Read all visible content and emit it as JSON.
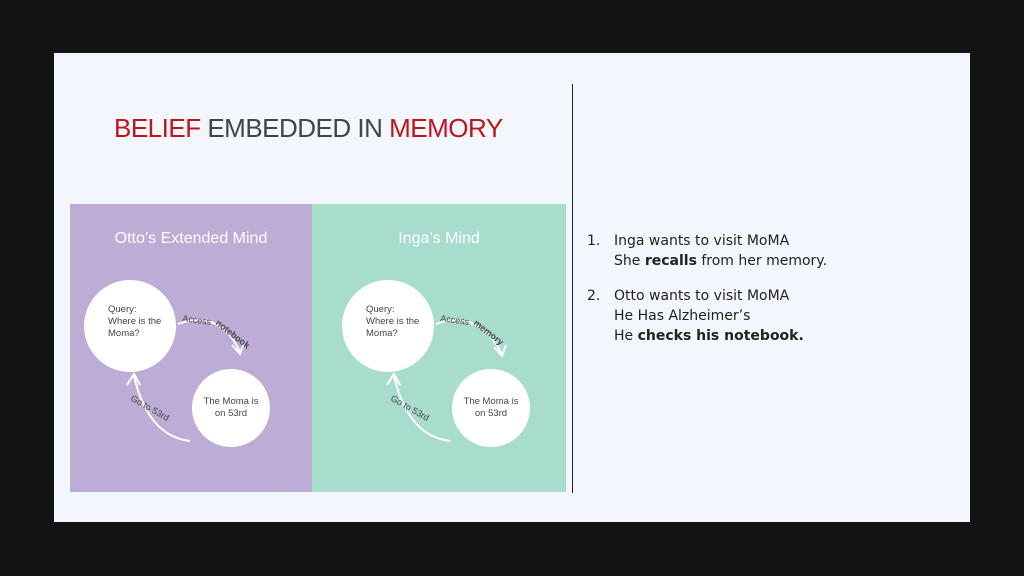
{
  "title": {
    "part1": "BELIEF",
    "part2": " EMBEDDED IN ",
    "part3": "MEMORY"
  },
  "colors": {
    "accent": "#c0141b",
    "otto_panel": "#bcacd6",
    "inga_panel": "#a8dccd"
  },
  "diagram": {
    "otto": {
      "title": "Otto’s Extended Mind",
      "query": [
        "Query:",
        "Where is the",
        "Moma?"
      ],
      "arrow_top_a": "Access",
      "arrow_top_b": "notebook",
      "answer": [
        "The Moma is",
        "on 53rd"
      ],
      "arrow_bottom": "Go to 53rd"
    },
    "inga": {
      "title": "Inga’s Mind",
      "query": [
        "Query:",
        "Where is the",
        "Moma?"
      ],
      "arrow_top_a": "Access",
      "arrow_top_b": "memory",
      "answer": [
        "The Moma is",
        "on 53rd"
      ],
      "arrow_bottom": "Go to 53rd"
    }
  },
  "list": [
    {
      "num": "1.",
      "line1": "Inga wants to visit MoMA",
      "line2_pre": "She ",
      "line2_bold": "recalls",
      "line2_post": " from her memory."
    },
    {
      "num": "2.",
      "line1": "Otto wants to visit MoMA",
      "line2": "He Has Alzheimer’s",
      "line3_pre": "He ",
      "line3_bold": "checks his notebook."
    }
  ]
}
